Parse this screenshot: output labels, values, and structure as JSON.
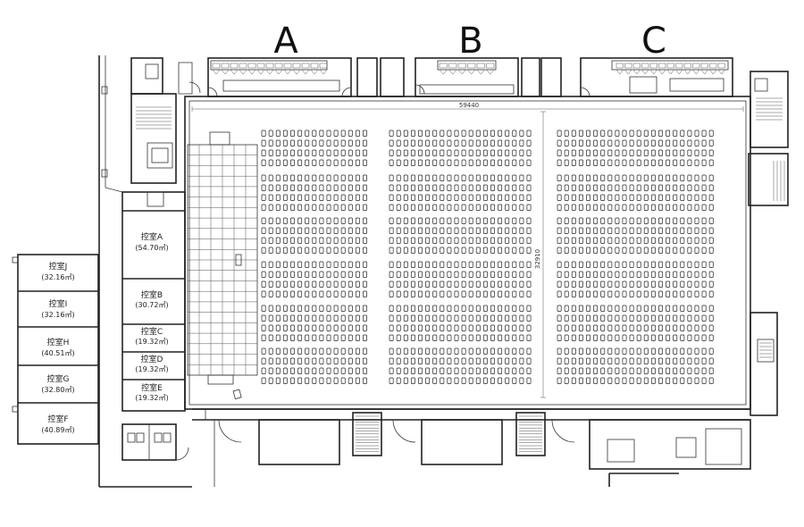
{
  "zones": [
    {
      "id": "A",
      "label": "A"
    },
    {
      "id": "B",
      "label": "B"
    },
    {
      "id": "C",
      "label": "C"
    }
  ],
  "dimensions": {
    "width": "59440",
    "depth": "32910"
  },
  "rooms": [
    {
      "id": "A",
      "name": "控室A",
      "area": "(54.70㎡)"
    },
    {
      "id": "B",
      "name": "控室B",
      "area": "(30.72㎡)"
    },
    {
      "id": "C",
      "name": "控室C",
      "area": "(19.32㎡)"
    },
    {
      "id": "D",
      "name": "控室D",
      "area": "(19.32㎡)"
    },
    {
      "id": "E",
      "name": "控室E",
      "area": "(19.32㎡)"
    },
    {
      "id": "F",
      "name": "控室F",
      "area": "(40.89㎡)"
    },
    {
      "id": "G",
      "name": "控室G",
      "area": "(32.80㎡)"
    },
    {
      "id": "H",
      "name": "控室H",
      "area": "(40.51㎡)"
    },
    {
      "id": "I",
      "name": "控室I",
      "area": "(32.16㎡)"
    },
    {
      "id": "J",
      "name": "控室J",
      "area": "(32.16㎡)"
    }
  ]
}
